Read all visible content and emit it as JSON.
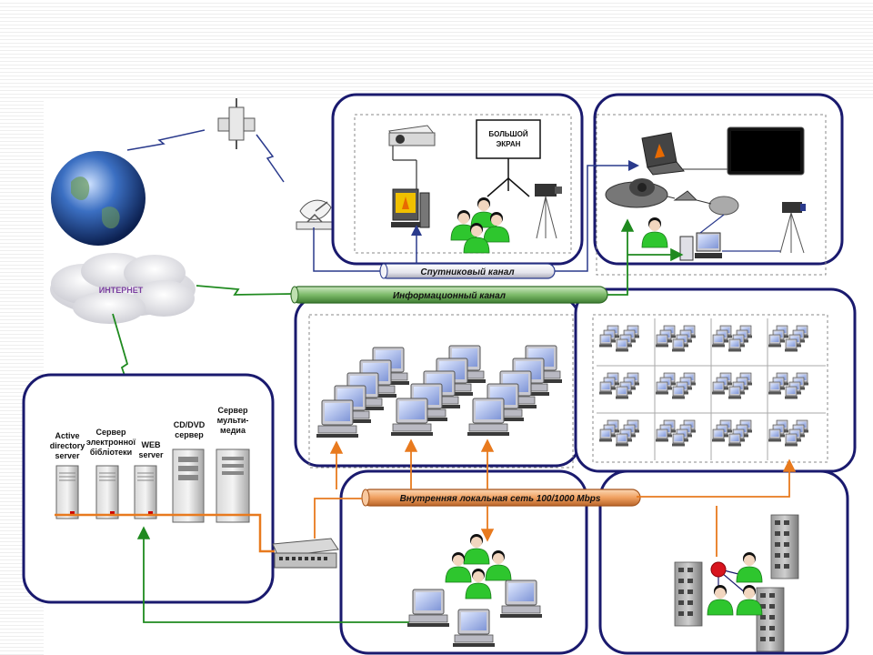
{
  "labels": {
    "internet": "ИНТЕРНЕТ",
    "big_screen_line1": "БОЛЬШОЙ",
    "big_screen_line2": "ЭКРАН",
    "satellite_channel": "Спутниковый канал",
    "info_channel": "Информационный канал",
    "lan_channel": "Внутренняя локальная сеть 100/1000 Mbps",
    "servers": [
      {
        "lines": [
          "Active",
          "directory",
          "server"
        ]
      },
      {
        "lines": [
          "Сервер",
          "электронної",
          "бібліотеки"
        ]
      },
      {
        "lines": [
          "WEB",
          "server"
        ]
      },
      {
        "lines": [
          "CD/DVD",
          "сервер"
        ]
      },
      {
        "lines": [
          "Сервер",
          "мульти-",
          "медиа"
        ]
      }
    ]
  },
  "colors": {
    "frame": "#1a1a6e",
    "link_blue": "#2a3a8c",
    "link_green": "#1f8a1f",
    "link_orange": "#e87a1e",
    "channel_green": "#7dbb6a",
    "channel_orange": "#f0a060",
    "internet_text": "#7b3fa0",
    "person_green": "#2ec62e"
  },
  "icons": [
    "earth-globe-icon",
    "satellite-icon",
    "satellite-dish-icon",
    "internet-cloud-icon",
    "projector-icon",
    "projection-screen-icon",
    "video-camera-icon",
    "laptop-icon",
    "flat-panel-display-icon",
    "video-conference-unit-icon",
    "microphone-icon",
    "workstation-icon",
    "server-icon",
    "network-switch-icon",
    "router-icon",
    "building-icon",
    "person-icon"
  ]
}
